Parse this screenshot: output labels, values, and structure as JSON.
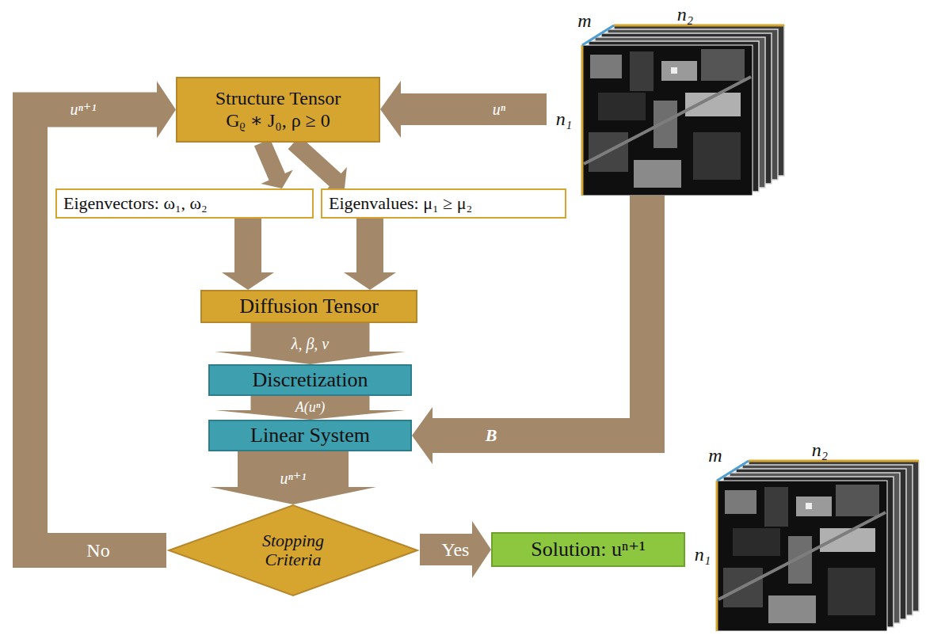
{
  "diagram": {
    "nodes": [
      {
        "text": [
          "Structure Tensor",
          "Gᵨ ∗ J₀, ρ ≥ 0"
        ]
      },
      {
        "text": [
          "Eigenvectors: ω₁, ω₂"
        ]
      },
      {
        "text": [
          "Eigenvalues: μ₁ ≥ μ₂"
        ]
      },
      {
        "text": [
          "Diffusion Tensor"
        ]
      },
      {
        "text": [
          "Discretization"
        ]
      },
      {
        "text": [
          "Linear System"
        ]
      },
      {
        "text": [
          "Stopping Criteria"
        ]
      },
      {
        "text": [
          "Solution: uⁿ⁺¹"
        ]
      }
    ],
    "edges": [
      {
        "from": 0,
        "to": 1,
        "arrow": "to"
      },
      {
        "from": 0,
        "to": 2,
        "arrow": "to"
      },
      {
        "from": 1,
        "to": 3,
        "arrow": "to"
      },
      {
        "from": 2,
        "to": 3,
        "arrow": "to"
      },
      {
        "from": 3,
        "to": 4,
        "label": "λ, β, ν",
        "arrow": "to"
      },
      {
        "from": 4,
        "to": 5,
        "label": "A(uⁿ)",
        "arrow": "to"
      },
      {
        "from": 5,
        "to": 6,
        "label": "uⁿ⁺¹",
        "arrow": "to"
      },
      {
        "from": 6,
        "to": 7,
        "label": "Yes",
        "arrow": "to"
      },
      {
        "from": 6,
        "to": 0,
        "label": "No",
        "arrow": "to"
      }
    ],
    "labels": [
      "uⁿ⁺¹",
      "uⁿ",
      "B",
      "m",
      "n₂",
      "n₁",
      "m",
      "n₂",
      "n₁"
    ]
  }
}
